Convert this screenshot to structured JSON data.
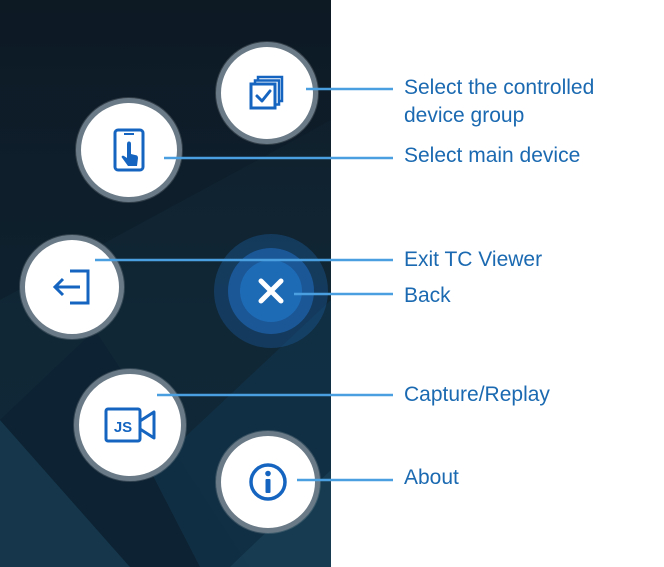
{
  "callouts": {
    "device_group_line1": "Select the controlled",
    "device_group_line2": "device group",
    "main_device": "Select main device",
    "exit": "Exit TC Viewer",
    "back": "Back",
    "capture": "Capture/Replay",
    "about": "About"
  },
  "icons": {
    "device_group": "stacked-windows-check-icon",
    "main_device": "phone-touch-icon",
    "exit": "exit-arrow-icon",
    "back": "close-x-icon",
    "capture": "js-video-camera-icon",
    "about": "info-icon"
  },
  "capture_icon_text": "JS",
  "colors": {
    "accent_blue": "#1b6ab1",
    "icon_blue": "#1565c0",
    "leader_line": "#4a9fe0",
    "back_button": "#1e6bb5",
    "panel_dark": "#0f1c26",
    "button_ring": "#6a7a86"
  }
}
